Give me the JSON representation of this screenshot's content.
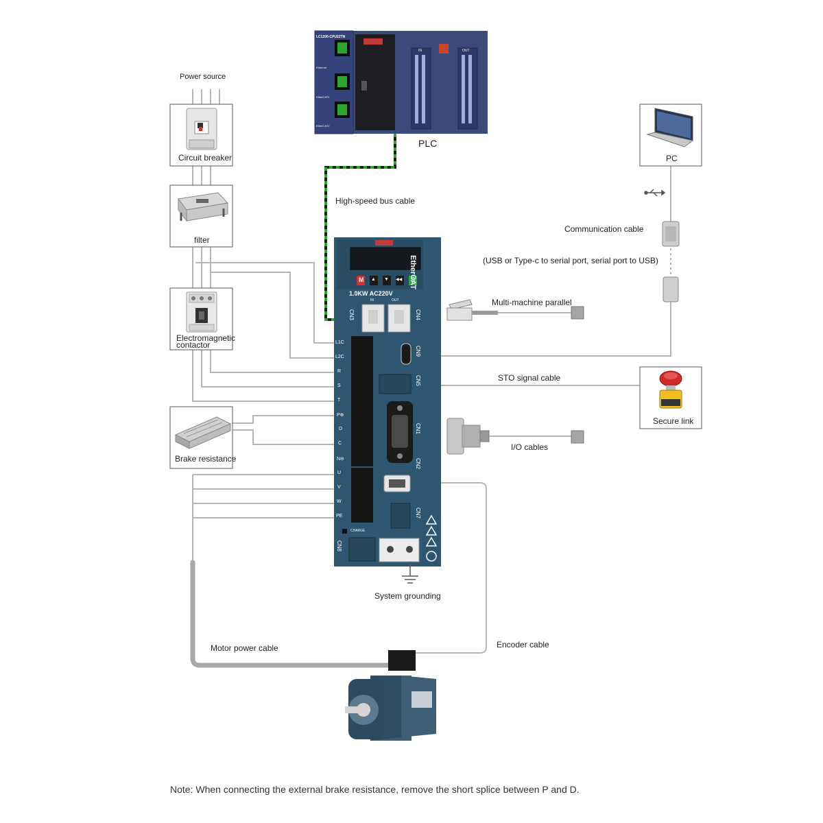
{
  "labels": {
    "power_source": "Power source",
    "circuit_breaker": "Circuit breaker",
    "filter": "filter",
    "contactor_line1": "Electromagnetic",
    "contactor_line2": "contactor",
    "brake_resistance": "Brake resistance",
    "plc": "PLC",
    "pc": "PC",
    "high_speed_bus": "High-speed bus cable",
    "communication_cable": "Communication cable",
    "usb_note": "(USB or Type-c to serial port, serial port to USB)",
    "multi_machine": "Multi-machine parallel",
    "sto_signal": "STO signal cable",
    "secure_link": "Secure link",
    "io_cables": "I/O cables",
    "system_grounding": "System grounding",
    "motor_power_cable": "Motor power cable",
    "encoder_cable": "Encoder cable"
  },
  "plc_device": {
    "model": "LC1200-CPU22TN",
    "in_label": "IN",
    "out_label": "OUT",
    "port_labels": [
      "Ethernet",
      "EtherCAT1",
      "EtherCAT2"
    ]
  },
  "drive": {
    "rating": "1.0KW AC220V",
    "brand_vertical": "EtherCAT",
    "in_label": "IN",
    "out_label": "OUT",
    "charge_label": "CHARGE",
    "buttons": [
      "M",
      "▲",
      "▼",
      "◀◀",
      "S"
    ],
    "connectors": [
      "CN3",
      "CN4",
      "CN9",
      "CN5",
      "CN1",
      "CN2",
      "CN7",
      "CN8"
    ],
    "terminals": [
      "L1C",
      "L2C",
      "R",
      "S",
      "T",
      "P⊕",
      "D",
      "C",
      "N⊖",
      "U",
      "V",
      "W",
      "PE"
    ]
  },
  "note": "Note: When connecting the external brake resistance, remove the short splice between P and D.",
  "colors": {
    "drive_body": "#2f5670",
    "plc_body": "#3a4a7c",
    "wire": "#b5b5b5",
    "bus_green": "#2da52d",
    "button_red": "#d62f2f",
    "button_green": "#2fa64a"
  }
}
